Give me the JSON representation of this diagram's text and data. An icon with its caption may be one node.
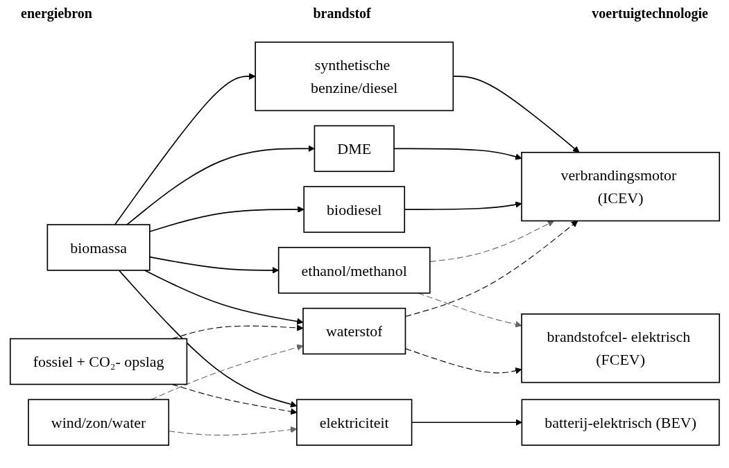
{
  "diagram": {
    "nodes": [
      {
        "text": [
          "biomassa"
        ]
      },
      {
        "text": [
          "fossiel + CO₂- opslag"
        ]
      },
      {
        "text": [
          "wind/zon/water"
        ]
      },
      {
        "text": [
          "synthetische benzine/diesel"
        ]
      },
      {
        "text": [
          "DME"
        ]
      },
      {
        "text": [
          "biodiesel"
        ]
      },
      {
        "text": [
          "ethanol/methanol"
        ]
      },
      {
        "text": [
          "waterstof"
        ]
      },
      {
        "text": [
          "elektriciteit"
        ]
      },
      {
        "text": [
          "verbrandingsmotor (ICEV)"
        ]
      },
      {
        "text": [
          "brandstofcel- elektrisch (FCEV)"
        ]
      },
      {
        "text": [
          "batterij-elektrisch (BEV)"
        ]
      }
    ],
    "edges": [
      {
        "from": 0,
        "to": 3,
        "arrow": "to"
      },
      {
        "from": 0,
        "to": 4,
        "arrow": "to"
      },
      {
        "from": 0,
        "to": 5,
        "arrow": "to"
      },
      {
        "from": 0,
        "to": 6,
        "arrow": "to"
      },
      {
        "from": 0,
        "to": 7,
        "arrow": "to"
      },
      {
        "from": 0,
        "to": 8,
        "arrow": "to"
      },
      {
        "from": 1,
        "to": 7,
        "arrow": "to",
        "style": "dashed"
      },
      {
        "from": 1,
        "to": 8,
        "arrow": "to",
        "style": "dashed"
      },
      {
        "from": 2,
        "to": 7,
        "arrow": "to",
        "style": "dashed",
        "color": "#666666"
      },
      {
        "from": 2,
        "to": 8,
        "arrow": "to",
        "style": "dashed",
        "color": "#666666"
      },
      {
        "from": 3,
        "to": 9,
        "arrow": "to"
      },
      {
        "from": 4,
        "to": 9,
        "arrow": "to"
      },
      {
        "from": 5,
        "to": 9,
        "arrow": "to"
      },
      {
        "from": 6,
        "to": 9,
        "arrow": "to",
        "style": "dashed",
        "color": "#666666"
      },
      {
        "from": 6,
        "to": 10,
        "arrow": "to",
        "style": "dashed",
        "color": "#666666"
      },
      {
        "from": 7,
        "to": 9,
        "arrow": "to",
        "style": "dashed"
      },
      {
        "from": 7,
        "to": 10,
        "arrow": "to",
        "style": "dashed"
      },
      {
        "from": 8,
        "to": 11,
        "arrow": "to"
      }
    ],
    "labels": [
      "energiebron",
      "brandstof",
      "voertuigtechnologie"
    ]
  }
}
